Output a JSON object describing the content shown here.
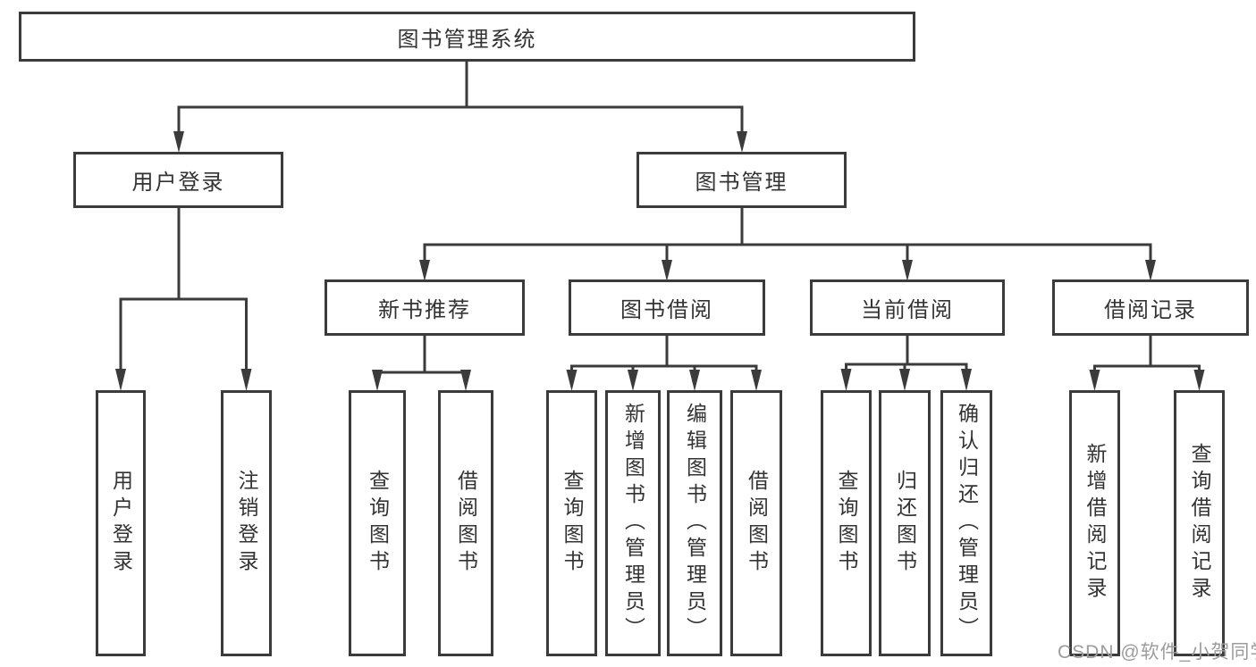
{
  "diagram": {
    "root": {
      "label": "图书管理系统"
    },
    "level2": [
      {
        "label": "用户登录"
      },
      {
        "label": "图书管理"
      }
    ],
    "level3": [
      {
        "label": "新书推荐",
        "parent": "图书管理"
      },
      {
        "label": "图书借阅",
        "parent": "图书管理"
      },
      {
        "label": "当前借阅",
        "parent": "图书管理"
      },
      {
        "label": "借阅记录",
        "parent": "图书管理"
      }
    ],
    "leaves": [
      {
        "label": "用户登录",
        "parent": "用户登录"
      },
      {
        "label": "注销登录",
        "parent": "用户登录"
      },
      {
        "label": "查询图书",
        "parent": "新书推荐"
      },
      {
        "label": "借阅图书",
        "parent": "新书推荐"
      },
      {
        "label": "查询图书",
        "parent": "图书借阅"
      },
      {
        "label": "新增图书（管理员）",
        "parent": "图书借阅"
      },
      {
        "label": "编辑图书（管理员）",
        "parent": "图书借阅"
      },
      {
        "label": "借阅图书",
        "parent": "图书借阅"
      },
      {
        "label": "查询图书",
        "parent": "当前借阅"
      },
      {
        "label": "归还图书",
        "parent": "当前借阅"
      },
      {
        "label": "确认归还（管理员）",
        "parent": "当前借阅"
      },
      {
        "label": "新增借阅记录",
        "parent": "借阅记录"
      },
      {
        "label": "查询借阅记录",
        "parent": "借阅记录"
      }
    ]
  },
  "watermark": {
    "text": "CSDN @软件_小贺同学"
  },
  "colors": {
    "line": "#3b3b3b",
    "box_border": "#3b3b3b",
    "box_background": "#ffffff",
    "text": "#333333",
    "watermark": "#9c9c9c"
  }
}
